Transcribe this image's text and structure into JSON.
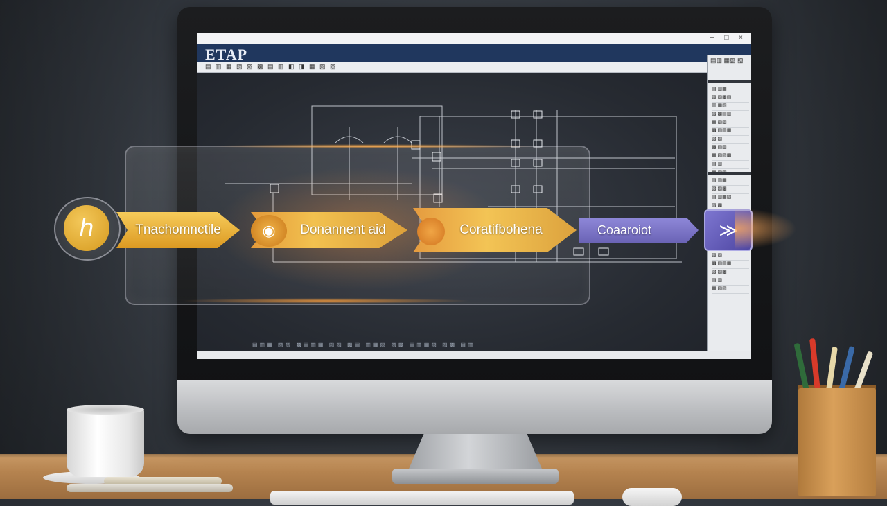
{
  "app": {
    "title": "ETAP",
    "toolbar_glyphs": "▤ ▥ ▦ ▧ ▨ ▩ ▤ ▥ ◧ ◨ ▦ ▧ ▨",
    "window_controls": "– □ ×"
  },
  "side_panel": {
    "header": "▤▥ ▦▧ ▨",
    "rows_top": [
      "▤ ▥▦",
      "▧ ▨▩▤",
      "▥ ▦▧",
      "▨ ▩▤▥",
      "▦ ▧▨",
      "▩ ▤▥▦",
      "▧ ▨",
      "▩ ▤▥",
      "▦ ▧▨▩",
      "▤ ▥",
      "▦ ▧▨"
    ],
    "rows_bottom": [
      "▤ ▥▦",
      "▧ ▨▩",
      "▤ ▥▦▧",
      "▨ ▩",
      "▤ ▥▦",
      "▧ ▨▩▤",
      "▥ ▦",
      "▧ ▨▩",
      "▤ ▥▦",
      "▧ ▨",
      "▩ ▤▥▦",
      "▧ ▨▩",
      "▤ ▥",
      "▦ ▧▨"
    ]
  },
  "status": {
    "glyphs": "▤▥▦ ▧▨ ▩▤▥▦ ▧▨ ▩▤ ▥▦▧ ▨▩ ▤▥▦▧ ▨▩ ▤▥"
  },
  "workflow": {
    "step1_icon": "ℎ",
    "step1_label": "Tnachomnctile",
    "step2_label": "Donannent   aid",
    "step3_label": "Coratifbohena",
    "step4_label": "Coaaroiot",
    "step2_icon": "◉",
    "end_icon": "≫"
  },
  "colors": {
    "menubar": "#20375e",
    "arrow_gold": "#f2c14f",
    "arrow_purple": "#6b64b6",
    "desk": "#b5834f"
  }
}
